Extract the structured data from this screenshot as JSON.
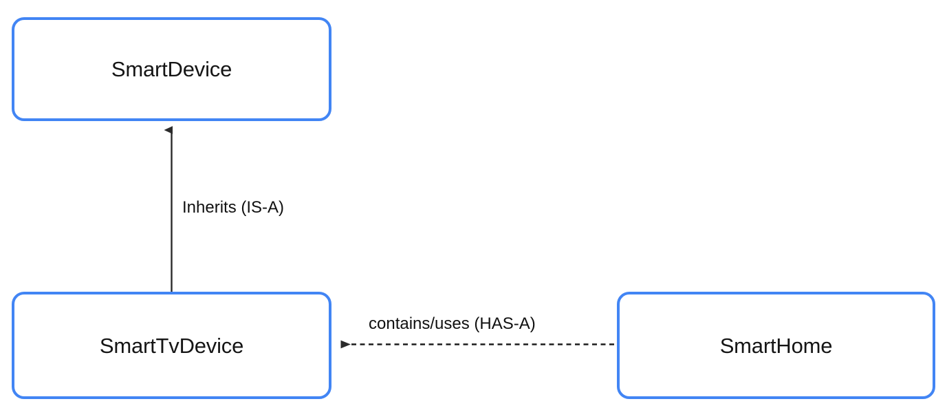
{
  "diagram": {
    "type": "class-relationship-diagram",
    "background_color": "#ffffff",
    "node_border_color": "#4285f4",
    "node_fill_color": "#ffffff",
    "node_text_color": "#151515",
    "edge_color": "#2b2b2b",
    "nodes": [
      {
        "id": "smartdevice",
        "label": "SmartDevice"
      },
      {
        "id": "smarttvdevice",
        "label": "SmartTvDevice"
      },
      {
        "id": "smarthome",
        "label": "SmartHome"
      }
    ],
    "edges": [
      {
        "id": "inherits",
        "label": "Inherits (IS-A)",
        "from": "SmartTvDevice",
        "to": "SmartDevice",
        "style": "solid",
        "arrowhead": "filled-triangle",
        "direction": "up"
      },
      {
        "id": "contains",
        "label": "contains/uses (HAS-A)",
        "from": "SmartHome",
        "to": "SmartTvDevice",
        "style": "dashed",
        "arrowhead": "filled-triangle",
        "direction": "left"
      }
    ]
  }
}
